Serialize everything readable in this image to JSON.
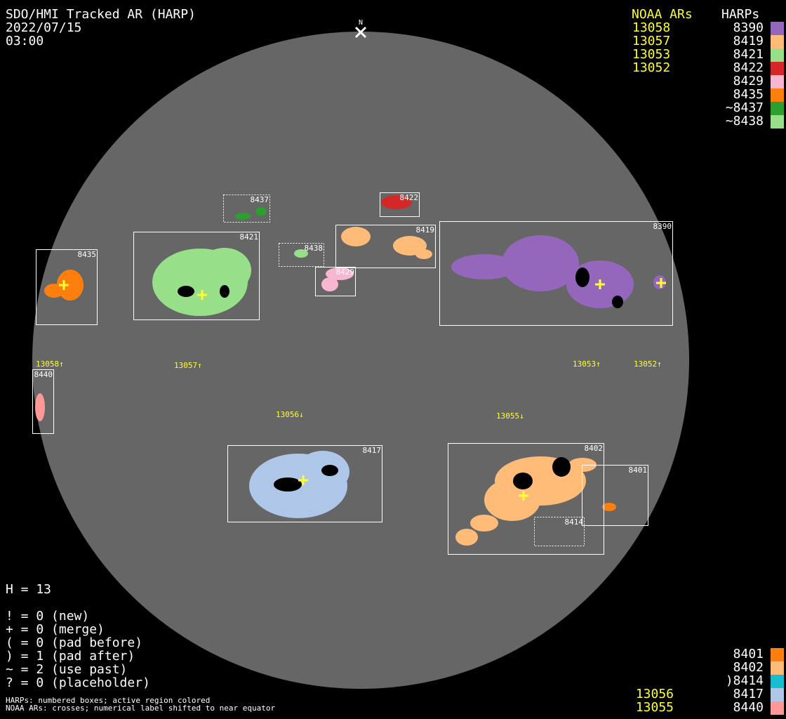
{
  "header": {
    "title": "SDO/HMI Tracked AR (HARP)",
    "date": "2022/07/15",
    "time": "03:00",
    "north_label": "N"
  },
  "legend_top": {
    "noaa_header": "NOAA ARs",
    "harps_header": "HARPs",
    "noaa": [
      "13058",
      "13057",
      "13053",
      "13052"
    ],
    "harps": [
      {
        "label": "8390",
        "color": "#9467bd"
      },
      {
        "label": "8419",
        "color": "#ffbb78"
      },
      {
        "label": "8421",
        "color": "#98df8a"
      },
      {
        "label": "8422",
        "color": "#d62728"
      },
      {
        "label": "8429",
        "color": "#f7b6d2"
      },
      {
        "label": "8435",
        "color": "#ff7f0e"
      },
      {
        "label": "~8437",
        "color": "#2ca02c"
      },
      {
        "label": "~8438",
        "color": "#98df8a"
      }
    ]
  },
  "legend_bottom": {
    "noaa": [
      "13056",
      "13055"
    ],
    "harps": [
      {
        "label": "8401",
        "color": "#ff7f0e"
      },
      {
        "label": "8402",
        "color": "#ffbb78"
      },
      {
        "label": ")8414",
        "color": "#17becf"
      },
      {
        "label": "8417",
        "color": "#aec7e8"
      },
      {
        "label": "8440",
        "color": "#ff9896"
      }
    ]
  },
  "stats": {
    "h": "H = 13",
    "lines": [
      "! = 0 (new)",
      "+ = 0 (merge)",
      "( = 0 (pad before)",
      ") = 1 (pad after)",
      "~ = 2 (use past)",
      "? = 0 (placeholder)"
    ]
  },
  "footnote": [
    "HARPs: numbered boxes; active region colored",
    "NOAA ARs: crosses; numerical label shifted to near equator"
  ],
  "boxes": {
    "b8435": "8435",
    "b8421": "8421",
    "b8437": "8437",
    "b8438": "8438",
    "b8429": "8429",
    "b8422": "8422",
    "b8419": "8419",
    "b8390": "8390",
    "b8440": "8440",
    "b8417": "8417",
    "b8402": "8402",
    "b8401": "8401",
    "b8414": "8414"
  },
  "noaa_labels": [
    "13058↑",
    "13057↑",
    "13053↑",
    "13052↑",
    "13056↓",
    "13055↓"
  ]
}
